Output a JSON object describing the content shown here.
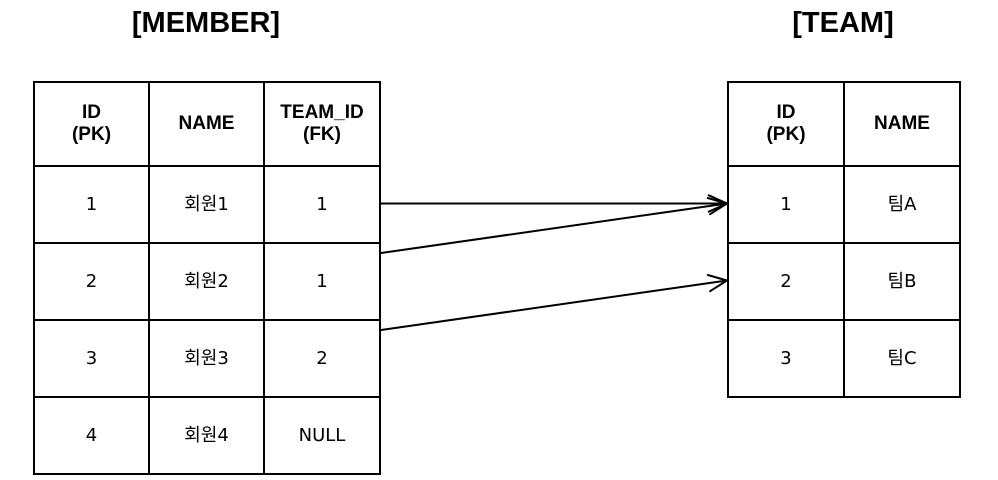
{
  "member": {
    "title": "[MEMBER]",
    "headers": [
      "ID\n(PK)",
      "NAME",
      "TEAM_ID\n(FK)"
    ],
    "rows": [
      [
        "1",
        "회원1",
        "1"
      ],
      [
        "2",
        "회원2",
        "1"
      ],
      [
        "3",
        "회원3",
        "2"
      ],
      [
        "4",
        "회원4",
        "NULL"
      ]
    ]
  },
  "team": {
    "title": "[TEAM]",
    "headers": [
      "ID\n(PK)",
      "NAME"
    ],
    "rows": [
      [
        "1",
        "팀A"
      ],
      [
        "2",
        "팀B"
      ],
      [
        "3",
        "팀C"
      ]
    ]
  },
  "relations": [
    {
      "from_member_row": 0,
      "to_team_row": 0
    },
    {
      "from_member_row": 1,
      "to_team_row": 0
    },
    {
      "from_member_row": 2,
      "to_team_row": 1
    }
  ]
}
